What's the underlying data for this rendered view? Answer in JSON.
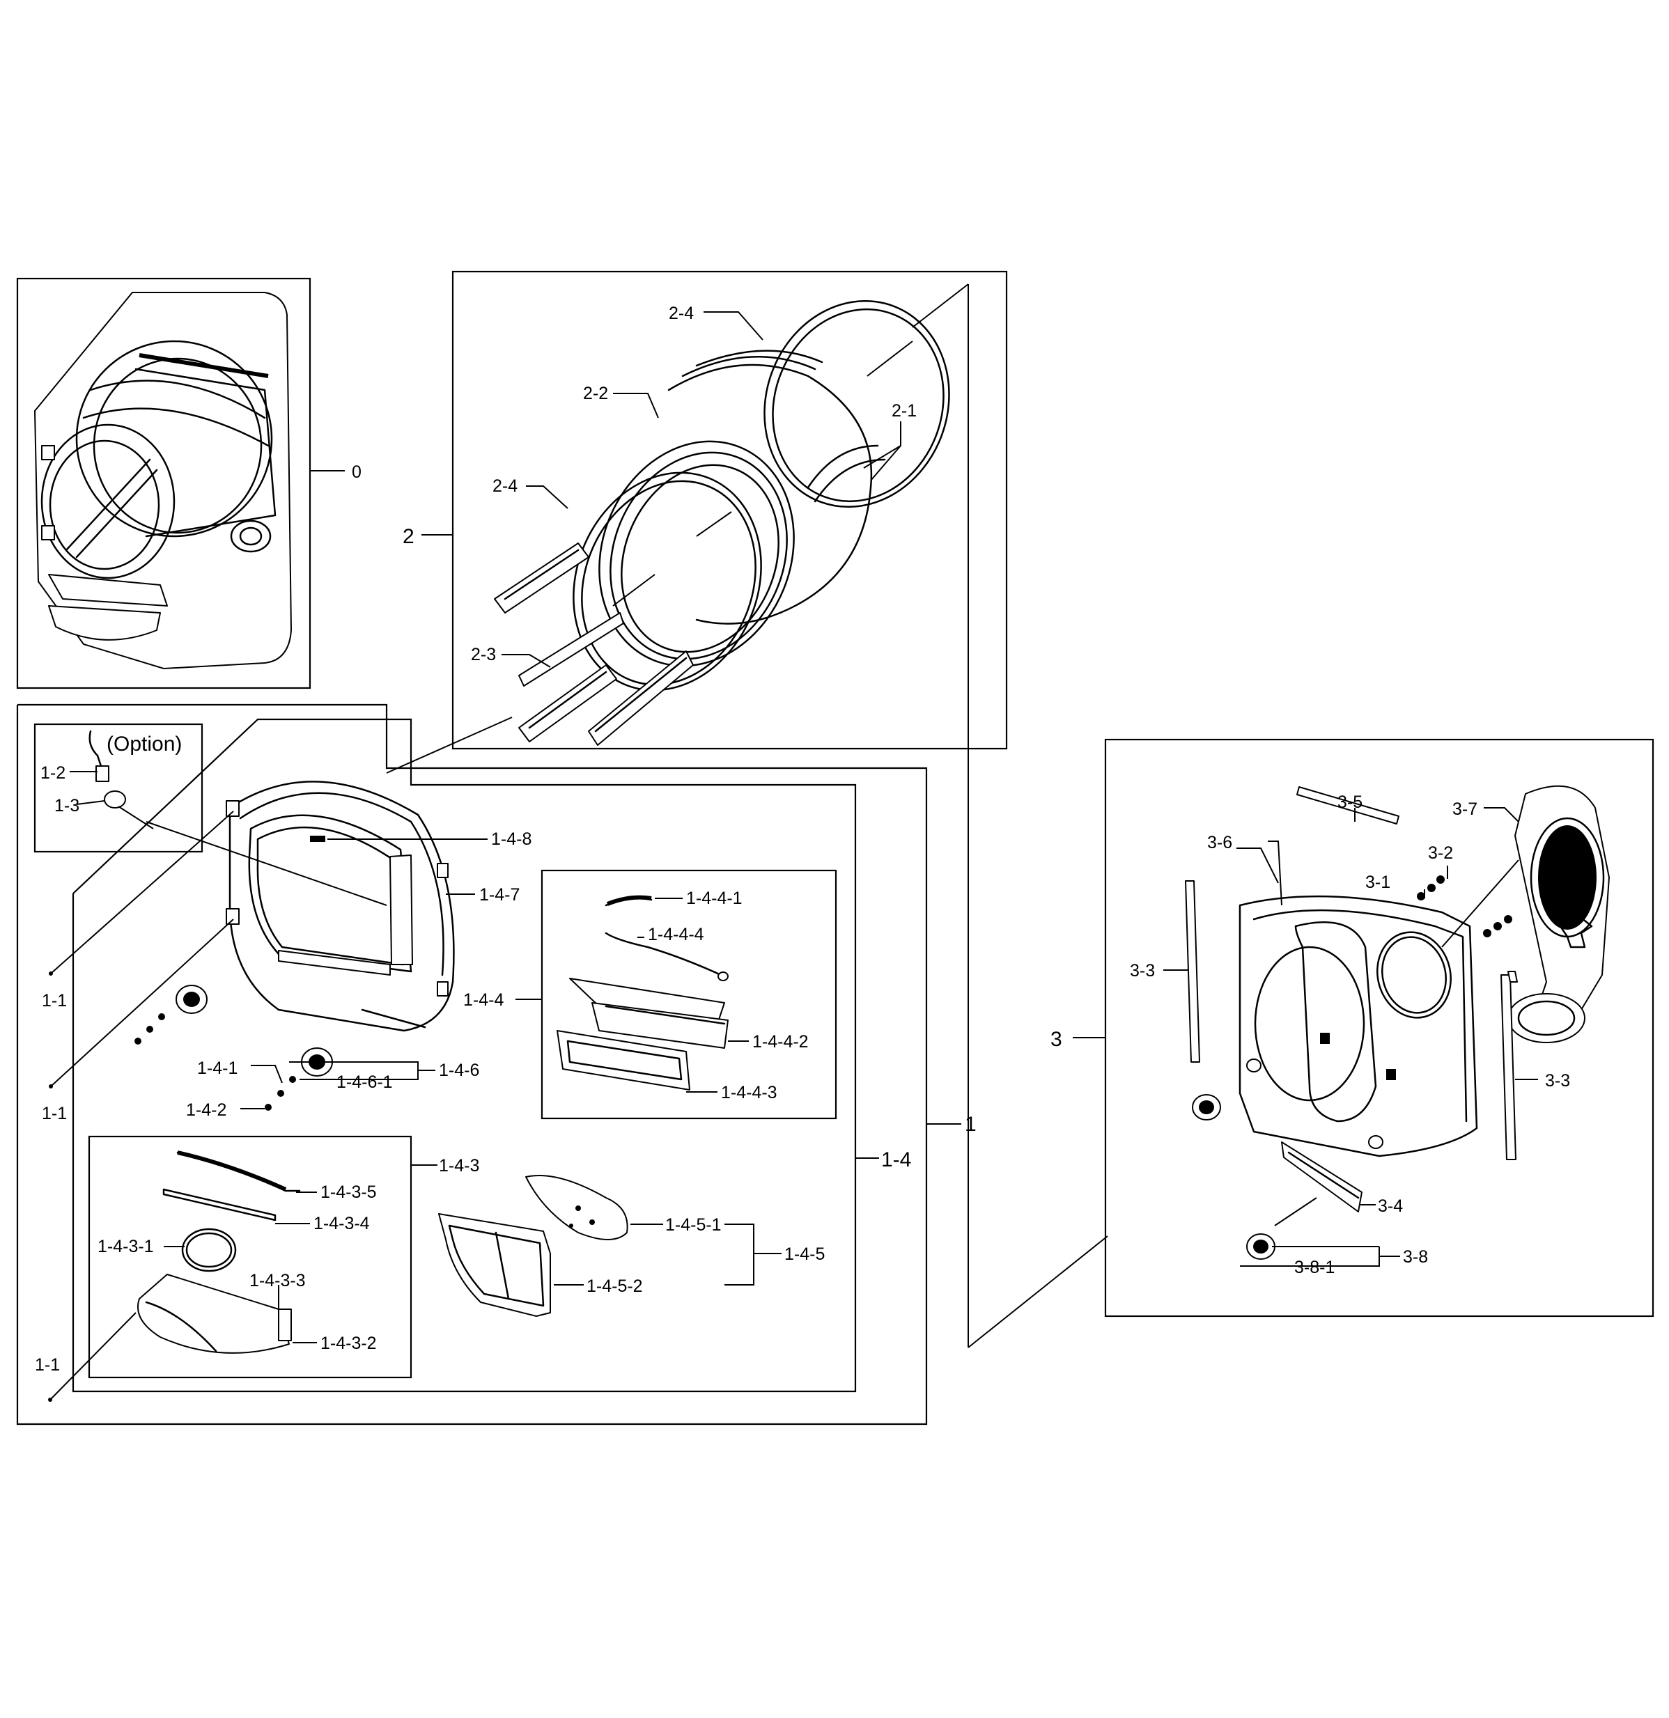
{
  "labels": {
    "l0": "0",
    "l1": "1",
    "l2": "2",
    "l3": "3",
    "l1_1a": "1-1",
    "l1_1b": "1-1",
    "l1_1c": "1-1",
    "l1_2": "1-2",
    "l1_3": "1-3",
    "option": "(Option)",
    "l1_4": "1-4",
    "l1_4_1": "1-4-1",
    "l1_4_2": "1-4-2",
    "l1_4_3": "1-4-3",
    "l1_4_3_1": "1-4-3-1",
    "l1_4_3_2": "1-4-3-2",
    "l1_4_3_3": "1-4-3-3",
    "l1_4_3_4": "1-4-3-4",
    "l1_4_3_5": "1-4-3-5",
    "l1_4_4": "1-4-4",
    "l1_4_4_1": "1-4-4-1",
    "l1_4_4_2": "1-4-4-2",
    "l1_4_4_3": "1-4-4-3",
    "l1_4_4_4": "1-4-4-4",
    "l1_4_5": "1-4-5",
    "l1_4_5_1": "1-4-5-1",
    "l1_4_5_2": "1-4-5-2",
    "l1_4_6": "1-4-6",
    "l1_4_6_1": "1-4-6-1",
    "l1_4_7": "1-4-7",
    "l1_4_8": "1-4-8",
    "l2_1": "2-1",
    "l2_2": "2-2",
    "l2_3": "2-3",
    "l2_4a": "2-4",
    "l2_4b": "2-4",
    "l3_1": "3-1",
    "l3_2": "3-2",
    "l3_3a": "3-3",
    "l3_3b": "3-3",
    "l3_4": "3-4",
    "l3_5": "3-5",
    "l3_6": "3-6",
    "l3_7": "3-7",
    "l3_8": "3-8",
    "l3_8_1": "3-8-1"
  }
}
